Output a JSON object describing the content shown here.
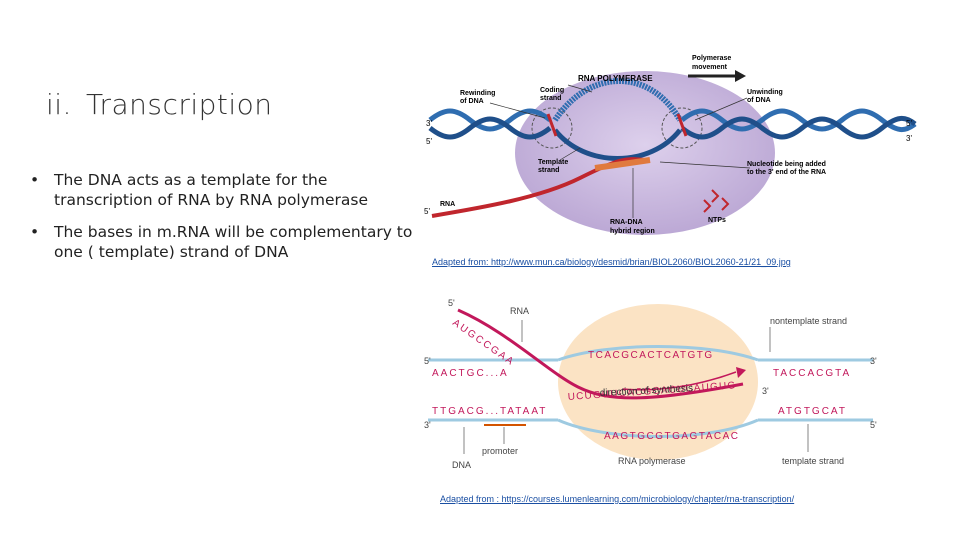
{
  "slide": {
    "title_number": "ii.",
    "title_text": "Transcription",
    "bullets": [
      "The DNA acts as a template for the transcription of RNA by RNA polymerase",
      "The bases in m.RNA will be complementary to one ( template) strand of DNA"
    ],
    "bullet_glyph": "•"
  },
  "figure1": {
    "enzyme": "RNA POLYMERASE",
    "polymerase_movement": [
      "Polymerase",
      "movement"
    ],
    "coding_strand": [
      "Coding",
      "strand"
    ],
    "rewinding": [
      "Rewinding",
      "of DNA"
    ],
    "unwinding": [
      "Unwinding",
      "of DNA"
    ],
    "template_strand": [
      "Template",
      "strand"
    ],
    "nucleotide": [
      "Nucleotide being added",
      "to the 3' end of the RNA"
    ],
    "rna": "RNA",
    "hybrid": [
      "RNA-DNA",
      "hybrid region"
    ],
    "ntps": "NTPs",
    "end_3_left": "3'",
    "end_5_left": "5'",
    "end_5_rna": "5'",
    "end_5_right": "5'",
    "end_3_right": "3'",
    "caption": "Adapted from: http://www.mun.ca/biology/desmid/brian/BIOL2060/BIOL2060-21/21_09.jpg"
  },
  "figure2": {
    "rna_label": "RNA",
    "five_prime_rna": "5'",
    "nontemplate_label": "nontemplate strand",
    "five_left": "5'",
    "three_right_top": "3'",
    "three_left": "3'",
    "five_right_bottom": "5'",
    "three_rna_end": "3'",
    "top_left_seq": "AACTGC...A",
    "top_right_seq": "TACCACGTA",
    "top_bubble_seq": "TCACGCACTCATGTG",
    "bottom_left_seq": "TTGACG...TATAAT",
    "bottom_right_seq": "ATGTGCAT",
    "bottom_bubble_seq": "AAGTGCGTGAGTACAC",
    "rna_seq_diag": "AUGCCGAA",
    "rna_seq_curve": "UCUGUUCACGCACUCAUGUG",
    "direction": "direction of synthesis",
    "promoter": "promoter",
    "dna": "DNA",
    "polymerase": "RNA polymerase",
    "template_label": "template strand",
    "caption": "Adapted from : https://courses.lumenlearning.com/microbiology/chapter/rna-transcription/"
  },
  "colors": {
    "dna_blue": "#2f6db0",
    "enzyme_purple": "#c9b8dd",
    "rna_red": "#c0262d",
    "bubble_peach": "#fbe3c4",
    "rna_pink": "#c2185b",
    "caption_link": "#1a4fa3"
  }
}
